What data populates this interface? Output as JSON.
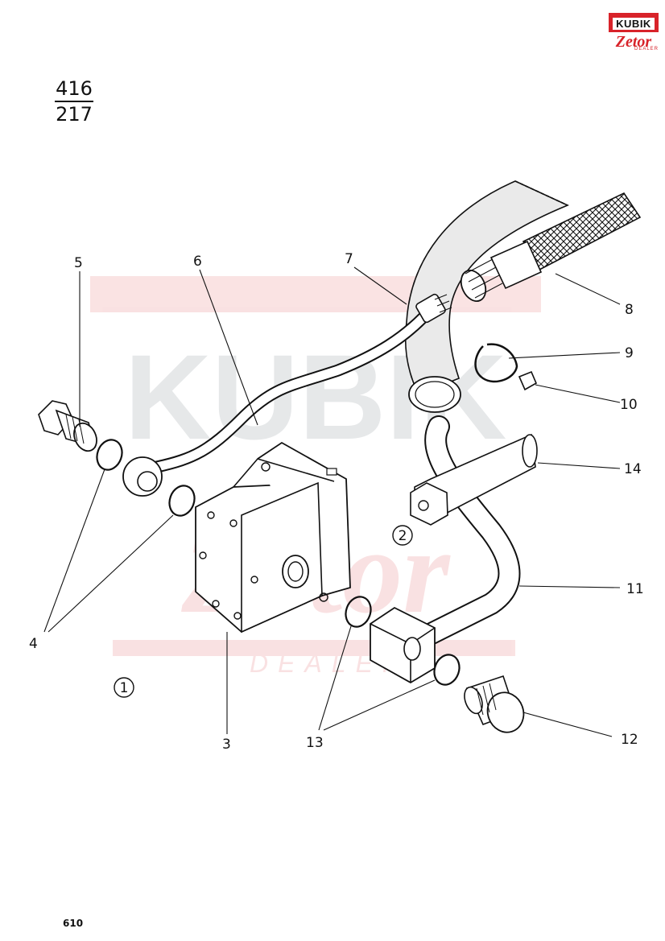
{
  "page_number": {
    "top": "416",
    "bottom": "217"
  },
  "logo": {
    "top": "KUBIK",
    "bottom": "Zetor",
    "sub": "DEALER"
  },
  "watermark": {
    "brand": "KUBIK",
    "sub": "Zetor",
    "dealer": "DEALER"
  },
  "callouts": {
    "c1": "1",
    "c2": "2",
    "c3": "3",
    "c4": "4",
    "c5": "5",
    "c6": "6",
    "c7": "7",
    "c8": "8",
    "c9": "9",
    "c10": "10",
    "c11": "11",
    "c12": "12",
    "c13": "13",
    "c14": "14"
  },
  "group_markers": {
    "g1": "1",
    "g2": "2"
  },
  "footer": {
    "code": "610"
  }
}
